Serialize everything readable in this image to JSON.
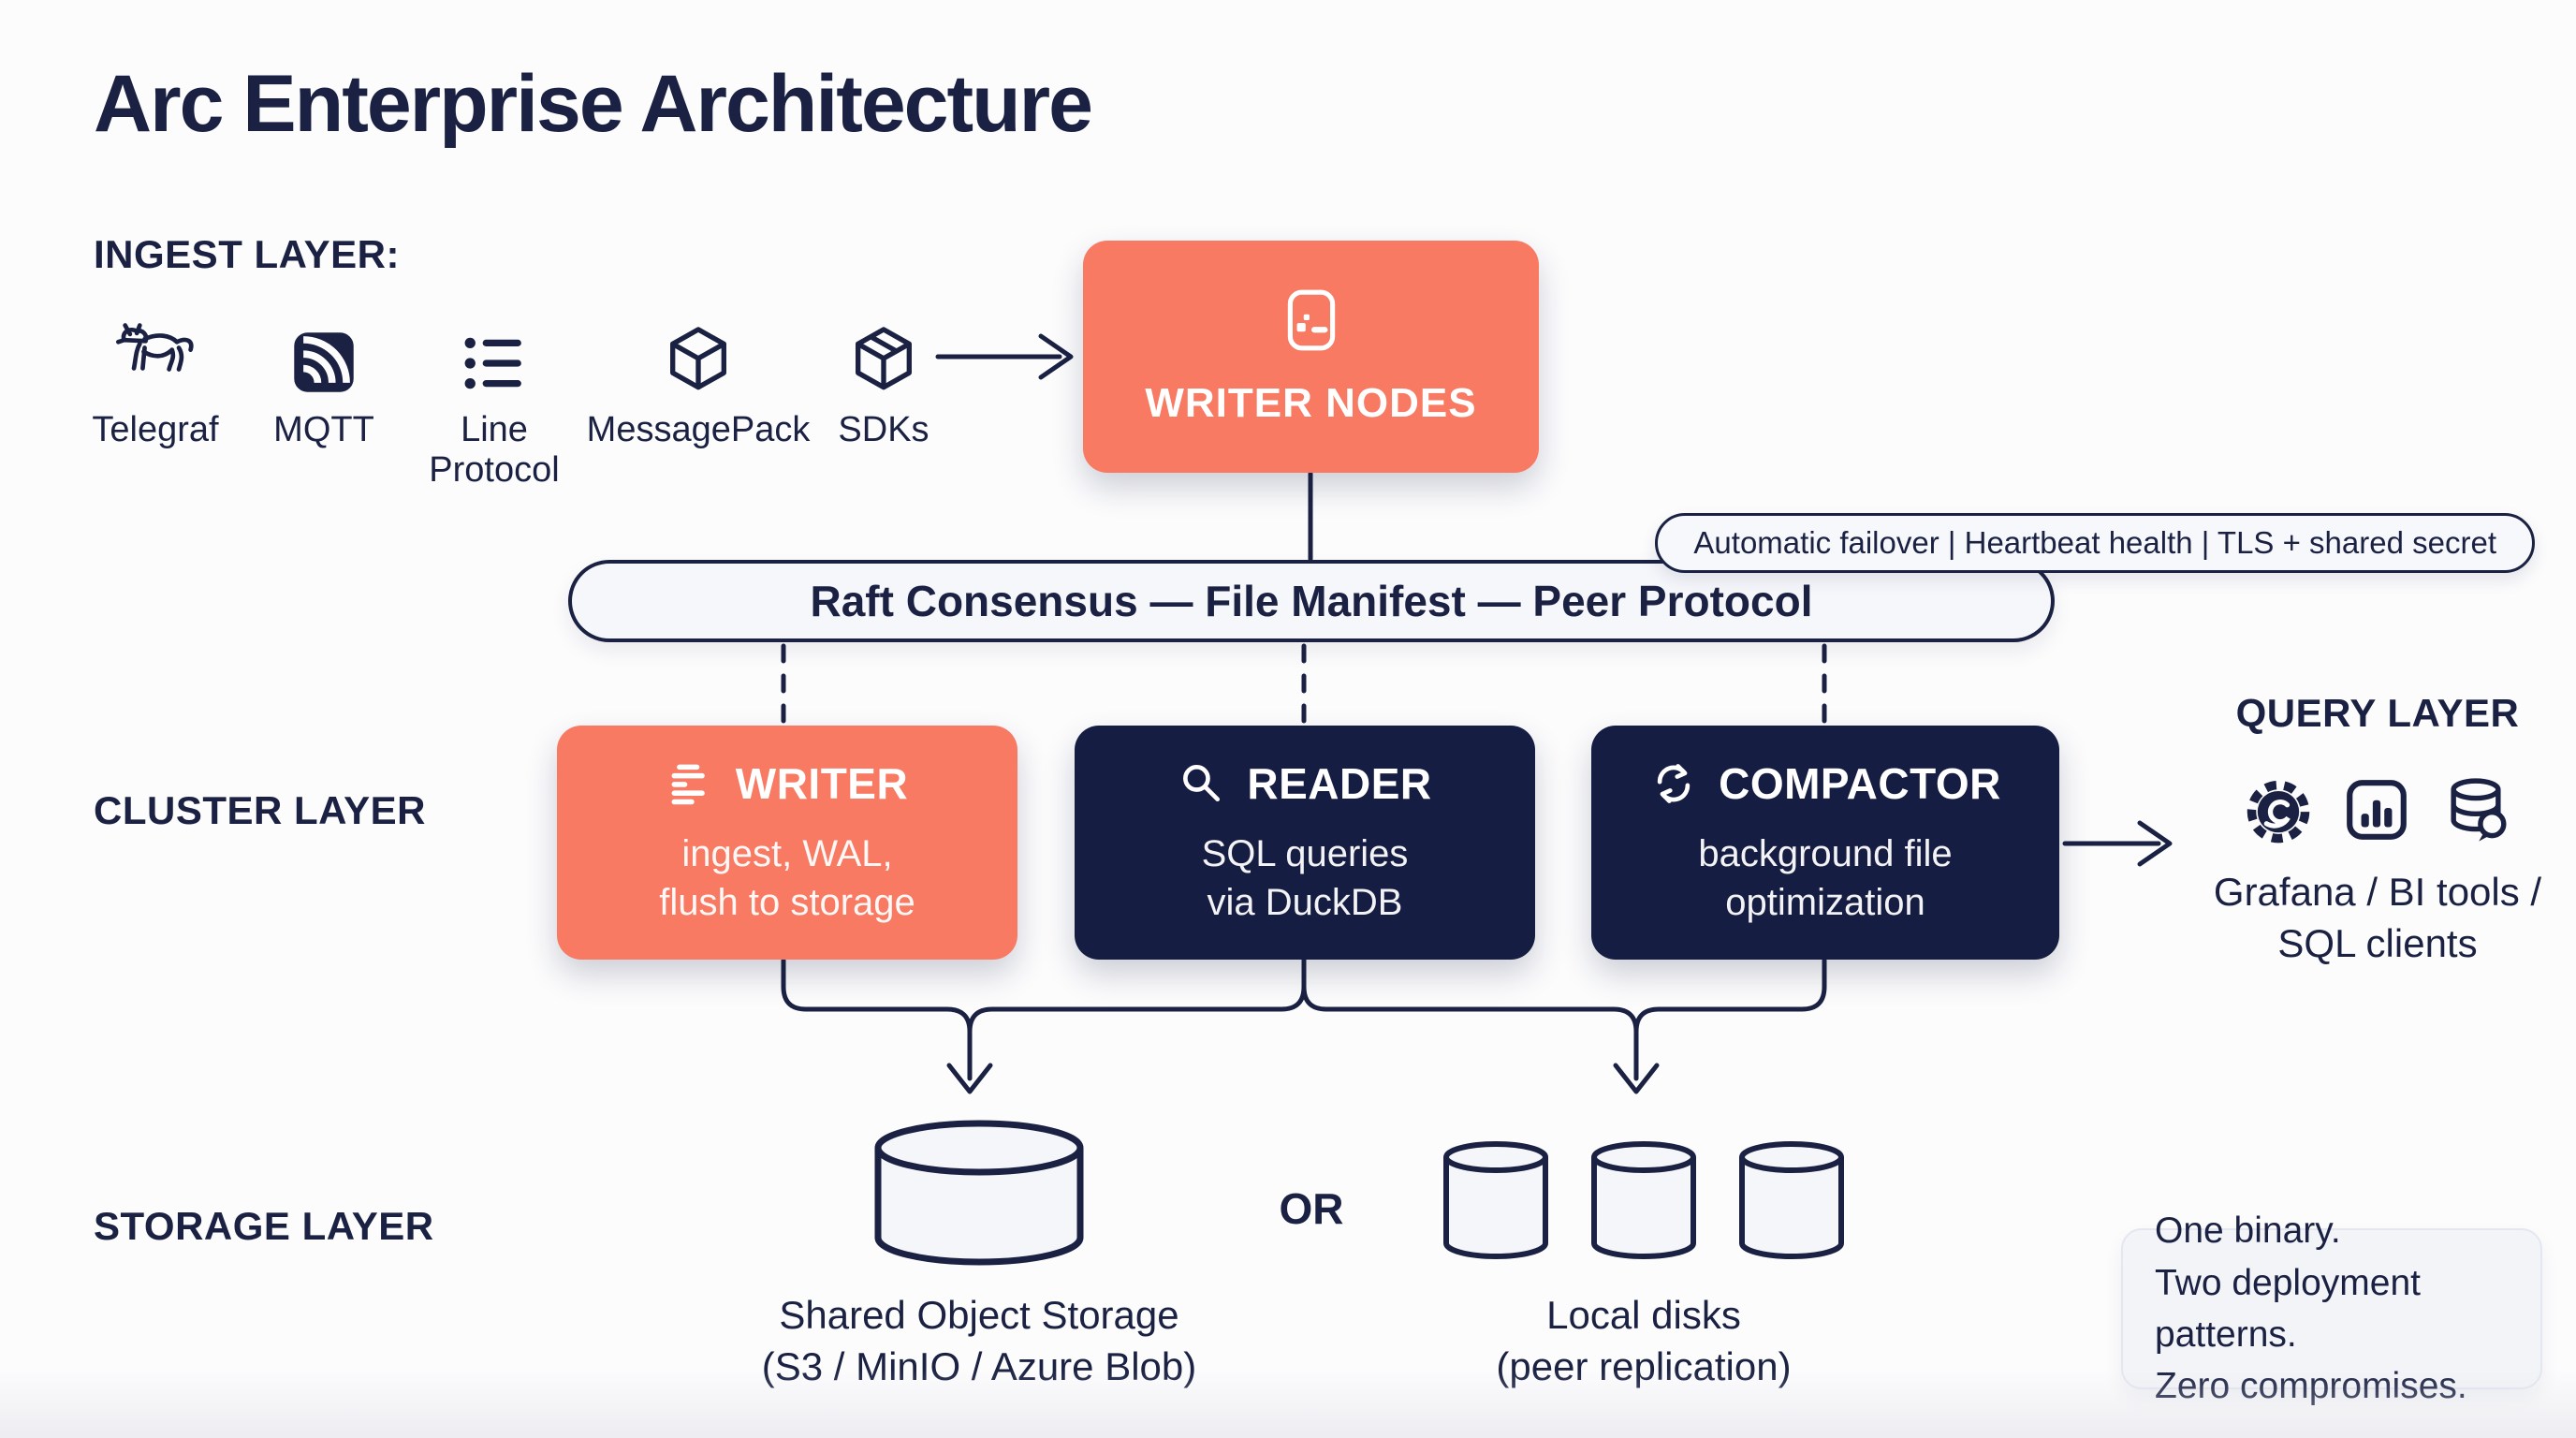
{
  "title": "Arc Enterprise Architecture",
  "ingest": {
    "heading": "INGEST LAYER:",
    "items": [
      {
        "label": "Telegraf",
        "icon": "telegraf-dog-icon"
      },
      {
        "label": "MQTT",
        "icon": "mqtt-signal-icon"
      },
      {
        "label": "Line Protocol",
        "icon": "bullet-list-icon"
      },
      {
        "label": "MessagePack",
        "icon": "package-cube-icon"
      },
      {
        "label": "SDKs",
        "icon": "package-cube-icon"
      }
    ]
  },
  "writer_nodes": {
    "label": "WRITER NODES",
    "icon": "binary-node-icon"
  },
  "consensus_bar": {
    "text": "Raft Consensus — File Manifest — Peer Protocol"
  },
  "failover_pill": {
    "text": "Automatic failover | Heartbeat health | TLS + shared secret"
  },
  "cluster": {
    "heading": "CLUSTER LAYER",
    "boxes": [
      {
        "title": "WRITER",
        "icon": "log-lines-icon",
        "body_line1": "ingest, WAL,",
        "body_line2": "flush to storage",
        "color": "#F87A63"
      },
      {
        "title": "READER",
        "icon": "search-icon",
        "body_line1": "SQL queries",
        "body_line2": "via DuckDB",
        "color": "#161D42"
      },
      {
        "title": "COMPACTOR",
        "icon": "refresh-icon",
        "body_line1": "background file",
        "body_line2": "optimization",
        "color": "#161D42"
      }
    ]
  },
  "query": {
    "heading": "QUERY LAYER",
    "icons": [
      "grafana-icon",
      "bar-chart-icon",
      "sql-database-icon"
    ],
    "caption_line1": "Grafana / BI tools /",
    "caption_line2": "SQL clients"
  },
  "storage": {
    "heading": "STORAGE LAYER",
    "or_label": "OR",
    "shared": {
      "label": "Shared Object Storage",
      "sublabel": "(S3 / MinIO / Azure Blob)"
    },
    "local": {
      "label": "Local disks",
      "sublabel": "(peer replication)"
    }
  },
  "footer_card": {
    "line1": "One binary.",
    "line2": "Two deployment patterns.",
    "line3": "Zero compromises."
  },
  "colors": {
    "page_bg": "#FCFCFD",
    "navy_text": "#1A2142",
    "box_navy": "#161D42",
    "accent_orange": "#F87A63",
    "panel_bg": "#F6F7FB",
    "card_bg": "#F3F4F8"
  }
}
